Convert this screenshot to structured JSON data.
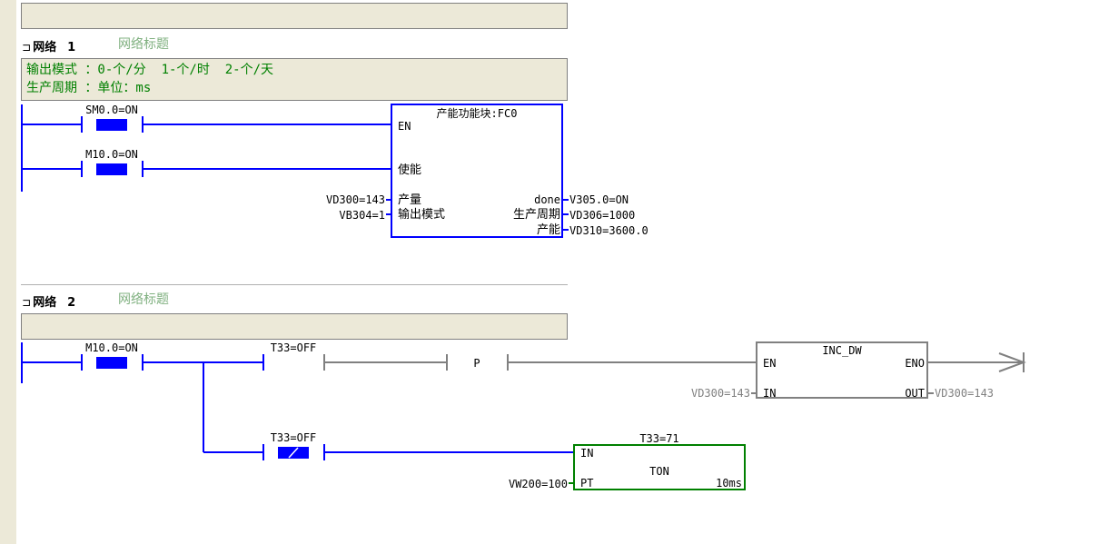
{
  "network1": {
    "label": "网络",
    "number": "1",
    "title": "网络标题",
    "comment_line1": "输出模式 ：0-个/分  1-个/时  2-个/天",
    "comment_line2": "生产周期 ：单位：ms",
    "contact1": "SM0.0=ON",
    "contact2": "M10.0=ON",
    "fc": {
      "title": "产能功能块:FC0",
      "en": "EN",
      "in1": "使能",
      "in2": "产量",
      "in3": "输出模式",
      "out1": "done",
      "out2": "生产周期",
      "out3": "产能",
      "in2_val": "VD300=143",
      "in3_val": "VB304=1",
      "out1_val": "V305.0=ON",
      "out2_val": "VD306=1000",
      "out3_val": "VD310=3600.0"
    }
  },
  "network2": {
    "label": "网络",
    "number": "2",
    "title": "网络标题",
    "contact1": "M10.0=ON",
    "contact2": "T33=OFF",
    "contact3": "T33=OFF",
    "pulse": "P",
    "inc": {
      "name": "INC_DW",
      "en": "EN",
      "eno": "ENO",
      "in": "IN",
      "out": "OUT",
      "in_val": "VD300=143",
      "out_val": "VD300=143"
    },
    "timer": {
      "header": "T33=71",
      "in": "IN",
      "name": "TON",
      "pt": "PT",
      "res": "10ms",
      "pt_val": "VW200=100"
    }
  },
  "colors": {
    "active": "#0000ff",
    "inactive": "#808080",
    "timer_box": "#008000",
    "comment": "#008000",
    "title": "#7fb07f"
  }
}
